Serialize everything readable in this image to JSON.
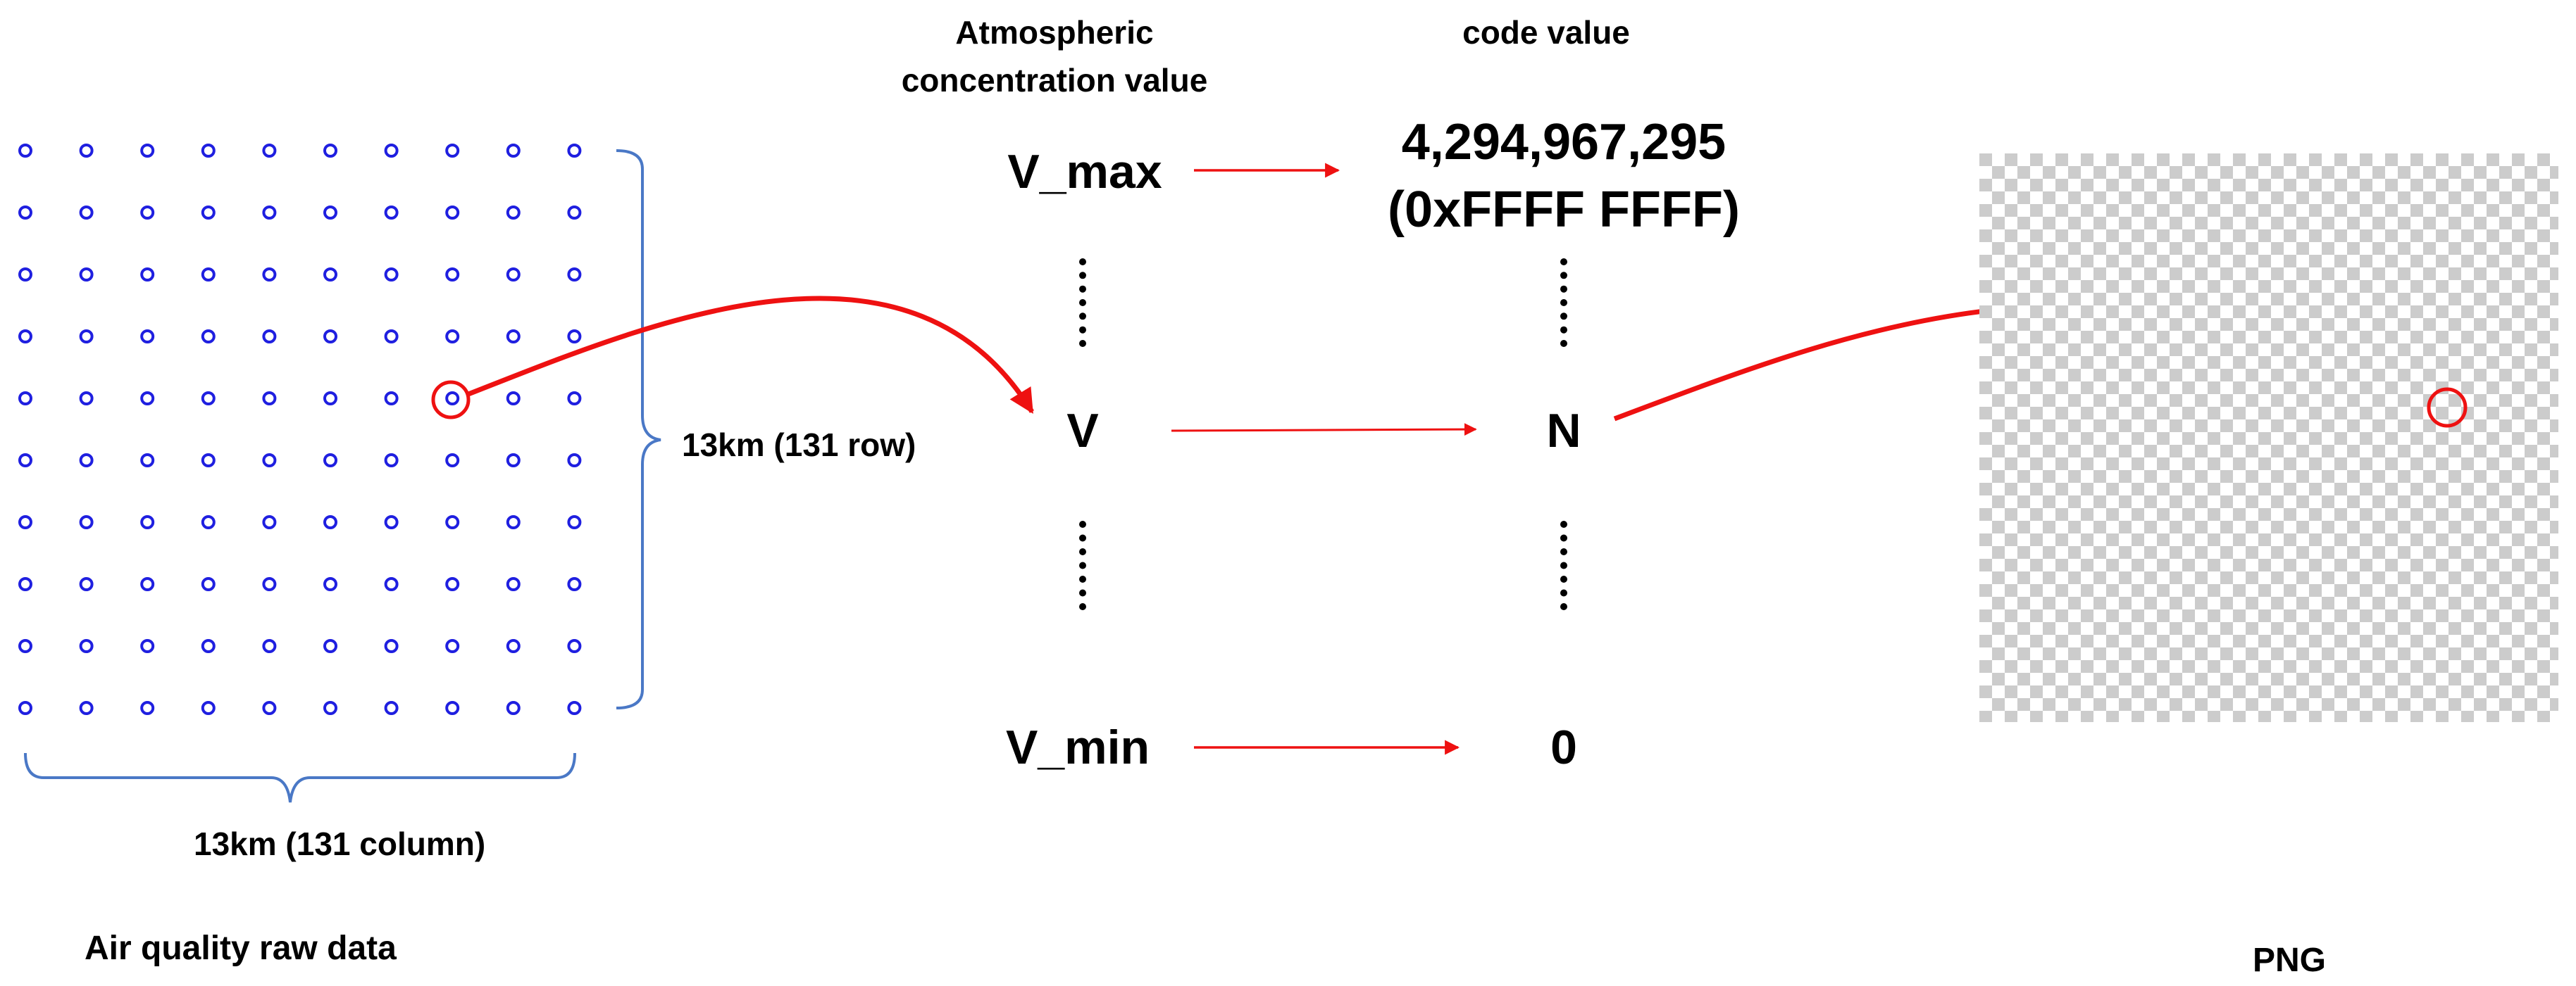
{
  "labels": {
    "atmospheric_line1": "Atmospheric",
    "atmospheric_line2": "concentration value",
    "code_value": "code value",
    "v_max": "V_max",
    "v": "V",
    "v_min": "V_min",
    "code_max_line1": "4,294,967,295",
    "code_max_line2": "(0xFFFF FFFF)",
    "code_n": "N",
    "code_zero": "0",
    "rows": "13km (131 row)",
    "columns": "13km (131 column)",
    "raw_data": "Air quality raw data",
    "png": "PNG"
  },
  "grid": {
    "rows": 10,
    "columns": 10,
    "highlighted_row": 5,
    "highlighted_column": 8
  },
  "colors": {
    "grid_point": "#1f1fe0",
    "bracket": "#4a78c6",
    "arrow": "#ee1111",
    "checker_light": "#ffffff",
    "checker_dark": "#cccccc",
    "text": "#000000"
  }
}
